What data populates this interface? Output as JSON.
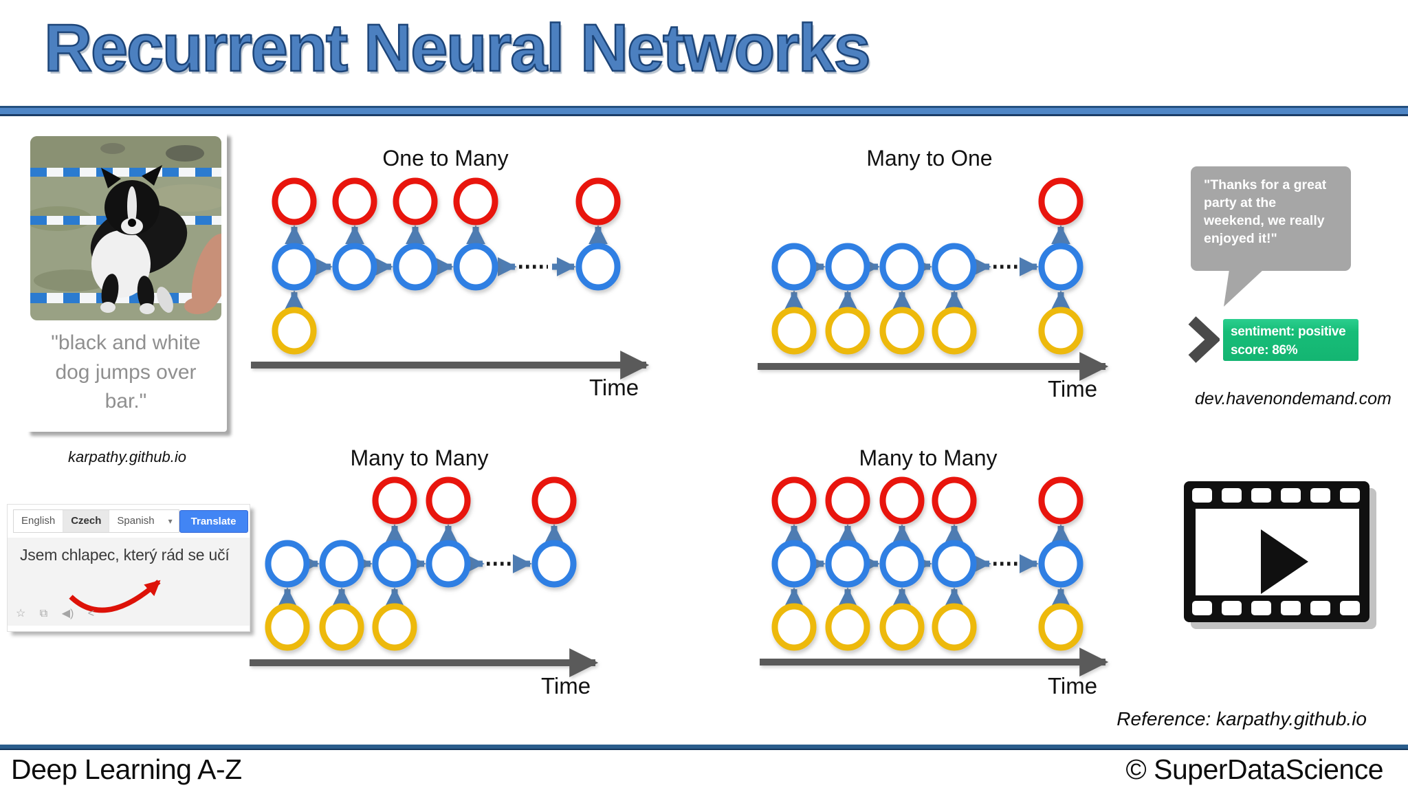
{
  "slide": {
    "title": "Recurrent Neural Networks",
    "footer_left": "Deep Learning A-Z",
    "footer_right": "© SuperDataScience",
    "reference": "Reference: karpathy.github.io"
  },
  "colors": {
    "output_node": "#e8150d",
    "hidden_node": "#2f7fe3",
    "input_node": "#edb90c",
    "arrow": "#4e7cb2",
    "time_arrow": "#5a5a5a",
    "dots": "#1a1a1a",
    "title_fill": "#4c80c0",
    "title_outline": "#1d4579",
    "divider_blue": "#4f86c6",
    "bubble_gray": "#a6a6a6",
    "sentiment_green": "#17bd78",
    "translate_button_blue": "#4285f4",
    "red_arrow": "#dd1208"
  },
  "captioning_example": {
    "caption": "\"black and white\ndog jumps over\nbar.\"",
    "source": "karpathy.github.io"
  },
  "translate_example": {
    "tab1": "English",
    "tab2": "Czech",
    "tab3": "Spanish",
    "dropdown": "▾",
    "button": "Translate",
    "text": "Jsem chlapec, který rád se učí",
    "icons": {
      "star": "☆",
      "copy": "⧉",
      "speaker": "◀)",
      "share": "<"
    }
  },
  "sentiment_example": {
    "quote": "\"Thanks for a great party at the weekend, we really enjoyed it!\"",
    "line1": "sentiment: positive",
    "line2": "score: 86%",
    "source": "dev.havenondemand.com"
  },
  "diagrams": [
    {
      "id": "one-to-many",
      "label": "One to Many",
      "time_label": "Time",
      "columns": [
        {
          "input": true,
          "output": true
        },
        {
          "input": false,
          "output": true
        },
        {
          "input": false,
          "output": true
        },
        {
          "input": false,
          "output": true
        },
        {
          "input": false,
          "output": true
        }
      ]
    },
    {
      "id": "many-to-one",
      "label": "Many to One",
      "time_label": "Time",
      "columns": [
        {
          "input": true,
          "output": false
        },
        {
          "input": true,
          "output": false
        },
        {
          "input": true,
          "output": false
        },
        {
          "input": true,
          "output": false
        },
        {
          "input": true,
          "output": true
        }
      ]
    },
    {
      "id": "many-to-many-1",
      "label": "Many to Many",
      "time_label": "Time",
      "columns": [
        {
          "input": true,
          "output": false
        },
        {
          "input": true,
          "output": false
        },
        {
          "input": true,
          "output": true
        },
        {
          "input": false,
          "output": true
        },
        {
          "input": false,
          "output": true
        }
      ]
    },
    {
      "id": "many-to-many-2",
      "label": "Many to Many",
      "time_label": "Time",
      "columns": [
        {
          "input": true,
          "output": true
        },
        {
          "input": true,
          "output": true
        },
        {
          "input": true,
          "output": true
        },
        {
          "input": true,
          "output": true
        },
        {
          "input": true,
          "output": true
        }
      ]
    }
  ]
}
